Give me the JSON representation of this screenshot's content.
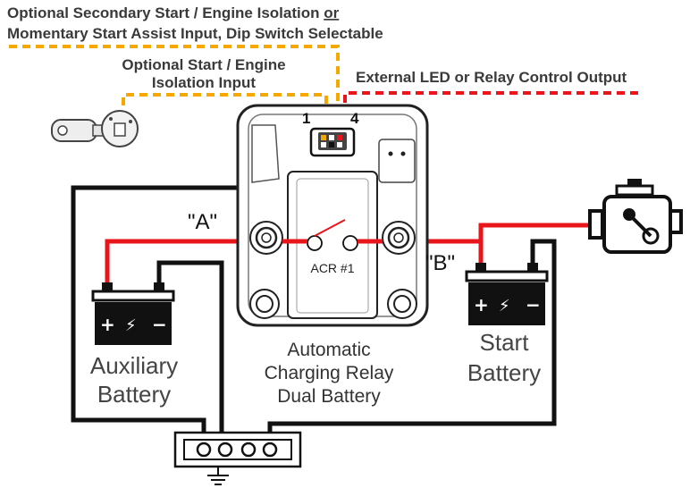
{
  "labels": {
    "secondary_input_line1": "Optional Secondary Start / Engine Isolation",
    "secondary_input_or": "or",
    "secondary_input_line2": "Momentary Start Assist Input, Dip Switch Selectable",
    "start_isolation_line1": "Optional Start / Engine",
    "start_isolation_line2": "Isolation Input",
    "external_output": "External LED or Relay Control Output",
    "pin_1": "1",
    "pin_4": "4",
    "terminal_a": "\"A\"",
    "terminal_b": "\"B\"",
    "relay_name": "ACR #1",
    "device_line1": "Automatic",
    "device_line2": "Charging Relay",
    "device_line3": "Dual Battery",
    "aux_battery_line1": "Auxiliary",
    "aux_battery_line2": "Battery",
    "start_battery_line1": "Start",
    "start_battery_line2": "Battery",
    "battery_plus": "+",
    "battery_minus": "−"
  },
  "colors": {
    "positive_wire": "#e8161b",
    "ground_wire": "#111111",
    "secondary_input_wire": "#f5a800",
    "start_isolation_wire": "#f5a800",
    "led_output_wire": "#e8161b",
    "device_body": "#ffffff",
    "device_outline": "#222222"
  },
  "icons": [
    "ignition-key-icon",
    "engine-icon",
    "battery-icon",
    "ground-symbol-icon",
    "bus-bar-icon"
  ]
}
